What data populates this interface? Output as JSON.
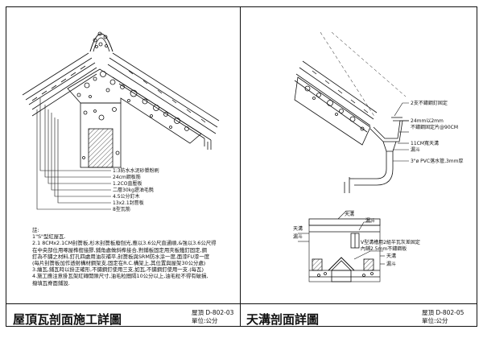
{
  "left_panel": {
    "title": "屋頂瓦剖面施工詳圖",
    "drawing_no": "屋頂 D-802-03",
    "unit": "單位:公分",
    "layer_labels": [
      "1:3防水水泥砂漿粉刷",
      "24cm鋼板筋",
      "1.2CO直壓板",
      "二層30kg瀝油毛氈",
      "4.5公分釘木",
      "13x2.1封簷板",
      "8型瓦筋"
    ],
    "notes": [
      "註:",
      "1\"S\"型紅屋瓦.",
      "2.1 8CMx2.1CM封簷板,杉木封簷板廢刨光,應以3.6公尺直通順,&強以3.6公尺得",
      "在中央部位用啄屋榫銜接膠,鋪角處做斜榫接合,對鋪板固定用夾板鐵釘固定,鋼",
      "釘為不鏽之材料,釘孔四處用油灰補平,封簷板與SRM防水涂一度,面漆FU漆一度",
      "(每片封簷板加作透射構材鋼架支,固定在R.C.構架上,其位置與屋架30公分處)",
      "3.繪瓦,鋪瓦時以掛正確形,不鏽鋼釘使用三支,如瓦,不鏽鋼釘使用一支.(每瓦)",
      "4.施工應注意掛瓦架紅磚開隙尺寸,油毛粒間隔10公分以上,油毛粒不得有破損,",
      "撥填瓦脊面鋪設."
    ]
  },
  "right_panel": {
    "title": "天溝剖面詳圖",
    "drawing_no": "屋頂 D-802-05",
    "unit": "單位:公分",
    "upper_labels": [
      "2支不鏽鋼釘固定",
      "24mm以2mm",
      "不鏽鋼固定片@90CM",
      "11CM寬天溝",
      "漏斗",
      "3\"ø PVC落水管,3mm厚"
    ],
    "lower_labels": {
      "gutter_top": "天溝",
      "funnel_top": "漏斗",
      "gutter_left": "天溝",
      "funnel_left": "漏斗",
      "note_line1": "V型溝槽用2組半瓦灰差固定",
      "note_line2": "內鋪2.5mm不鏽鋼板",
      "gutter_right": "天溝",
      "funnel_right": "漏斗"
    }
  }
}
